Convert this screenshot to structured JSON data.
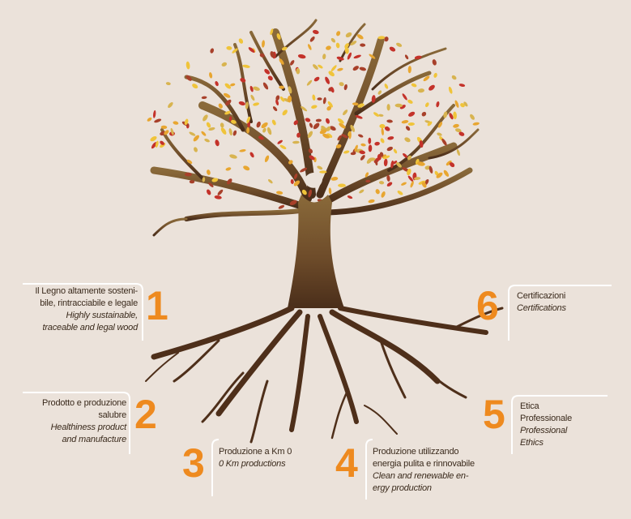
{
  "items": [
    {
      "number": "1",
      "title_lines": [
        "Il Legno altamente sosteni-",
        "bile, rintracciabile e legale"
      ],
      "subtitle_lines": [
        "Highly sustainable,",
        "traceable and legal wood"
      ]
    },
    {
      "number": "2",
      "title_lines": [
        "Prodotto e produzione",
        "salubre"
      ],
      "subtitle_lines": [
        "Healthiness product",
        "and manufacture"
      ]
    },
    {
      "number": "3",
      "title_lines": [
        "Produzione a  Km 0"
      ],
      "subtitle_lines": [
        "0 Km  productions"
      ]
    },
    {
      "number": "4",
      "title_lines": [
        "Produzione utilizzando",
        "energia pulita e rinnovabile"
      ],
      "subtitle_lines": [
        "Clean and renewable en-",
        "ergy production"
      ]
    },
    {
      "number": "5",
      "title_lines": [
        "Etica",
        "Professionale"
      ],
      "subtitle_lines": [
        "Professional",
        "Ethics"
      ]
    },
    {
      "number": "6",
      "title_lines": [
        "Certificazioni"
      ],
      "subtitle_lines": [
        "Certifications"
      ]
    }
  ],
  "colors": {
    "background": "#ebe2da",
    "trunk": "#6b4a2a",
    "number": "#ee8a1f",
    "leaves": [
      "#f0c43a",
      "#e8a630",
      "#c4322a",
      "#d8b450",
      "#a8402a"
    ]
  }
}
